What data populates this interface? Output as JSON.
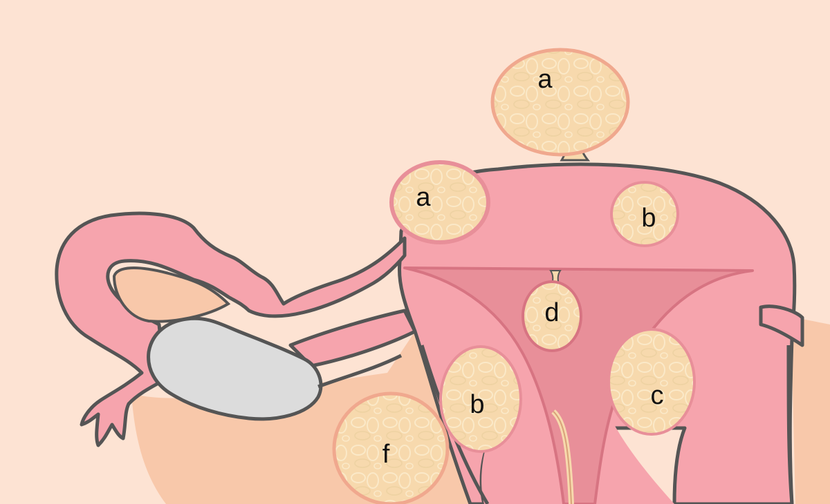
{
  "colors": {
    "background": "#fde3d3",
    "uterus": "#f6a4ad",
    "cavity": "#e88f99",
    "outline": "#555555",
    "peritoneum": "#f8c8aa",
    "ovary": "#dcdcdc",
    "fibroid": "#f7d9ad",
    "fibroid_rim": "#f0a88e"
  },
  "labels": {
    "a_top": "a",
    "a_left": "a",
    "b_upper": "b",
    "b_lower": "b",
    "c": "c",
    "d": "d",
    "f": "f"
  }
}
